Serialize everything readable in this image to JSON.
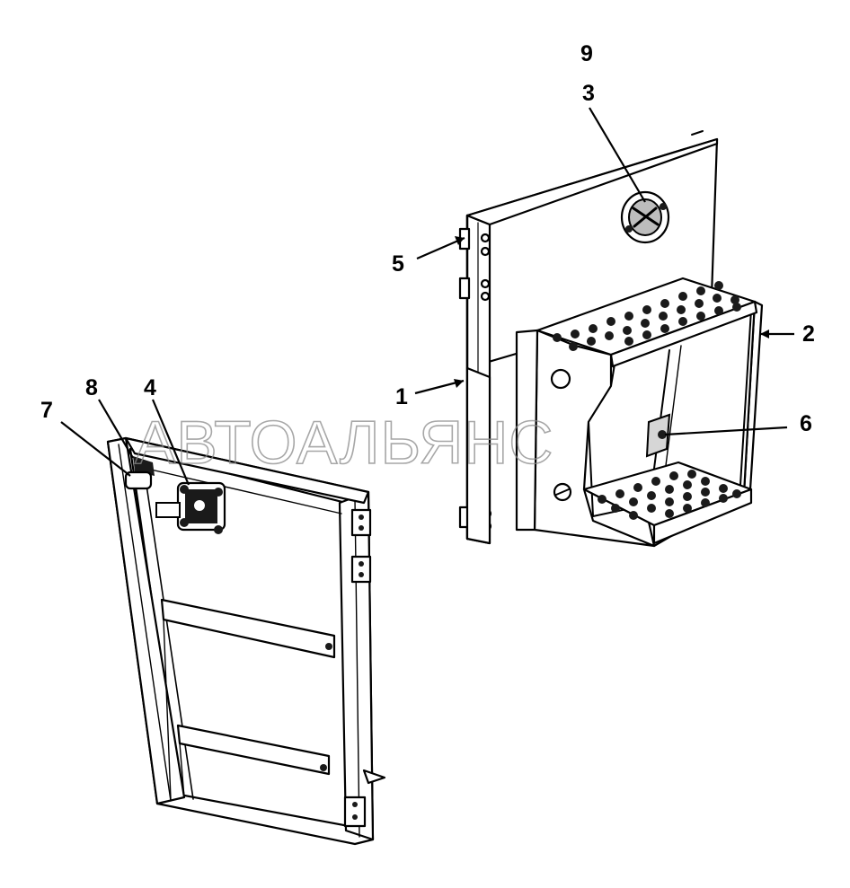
{
  "watermark": "АВТОАЛЬЯНС",
  "callouts": {
    "c1": "1",
    "c2": "2",
    "c3": "3",
    "c4": "4",
    "c5": "5",
    "c6": "6",
    "c7": "7",
    "c8": "8",
    "c9": "9"
  }
}
